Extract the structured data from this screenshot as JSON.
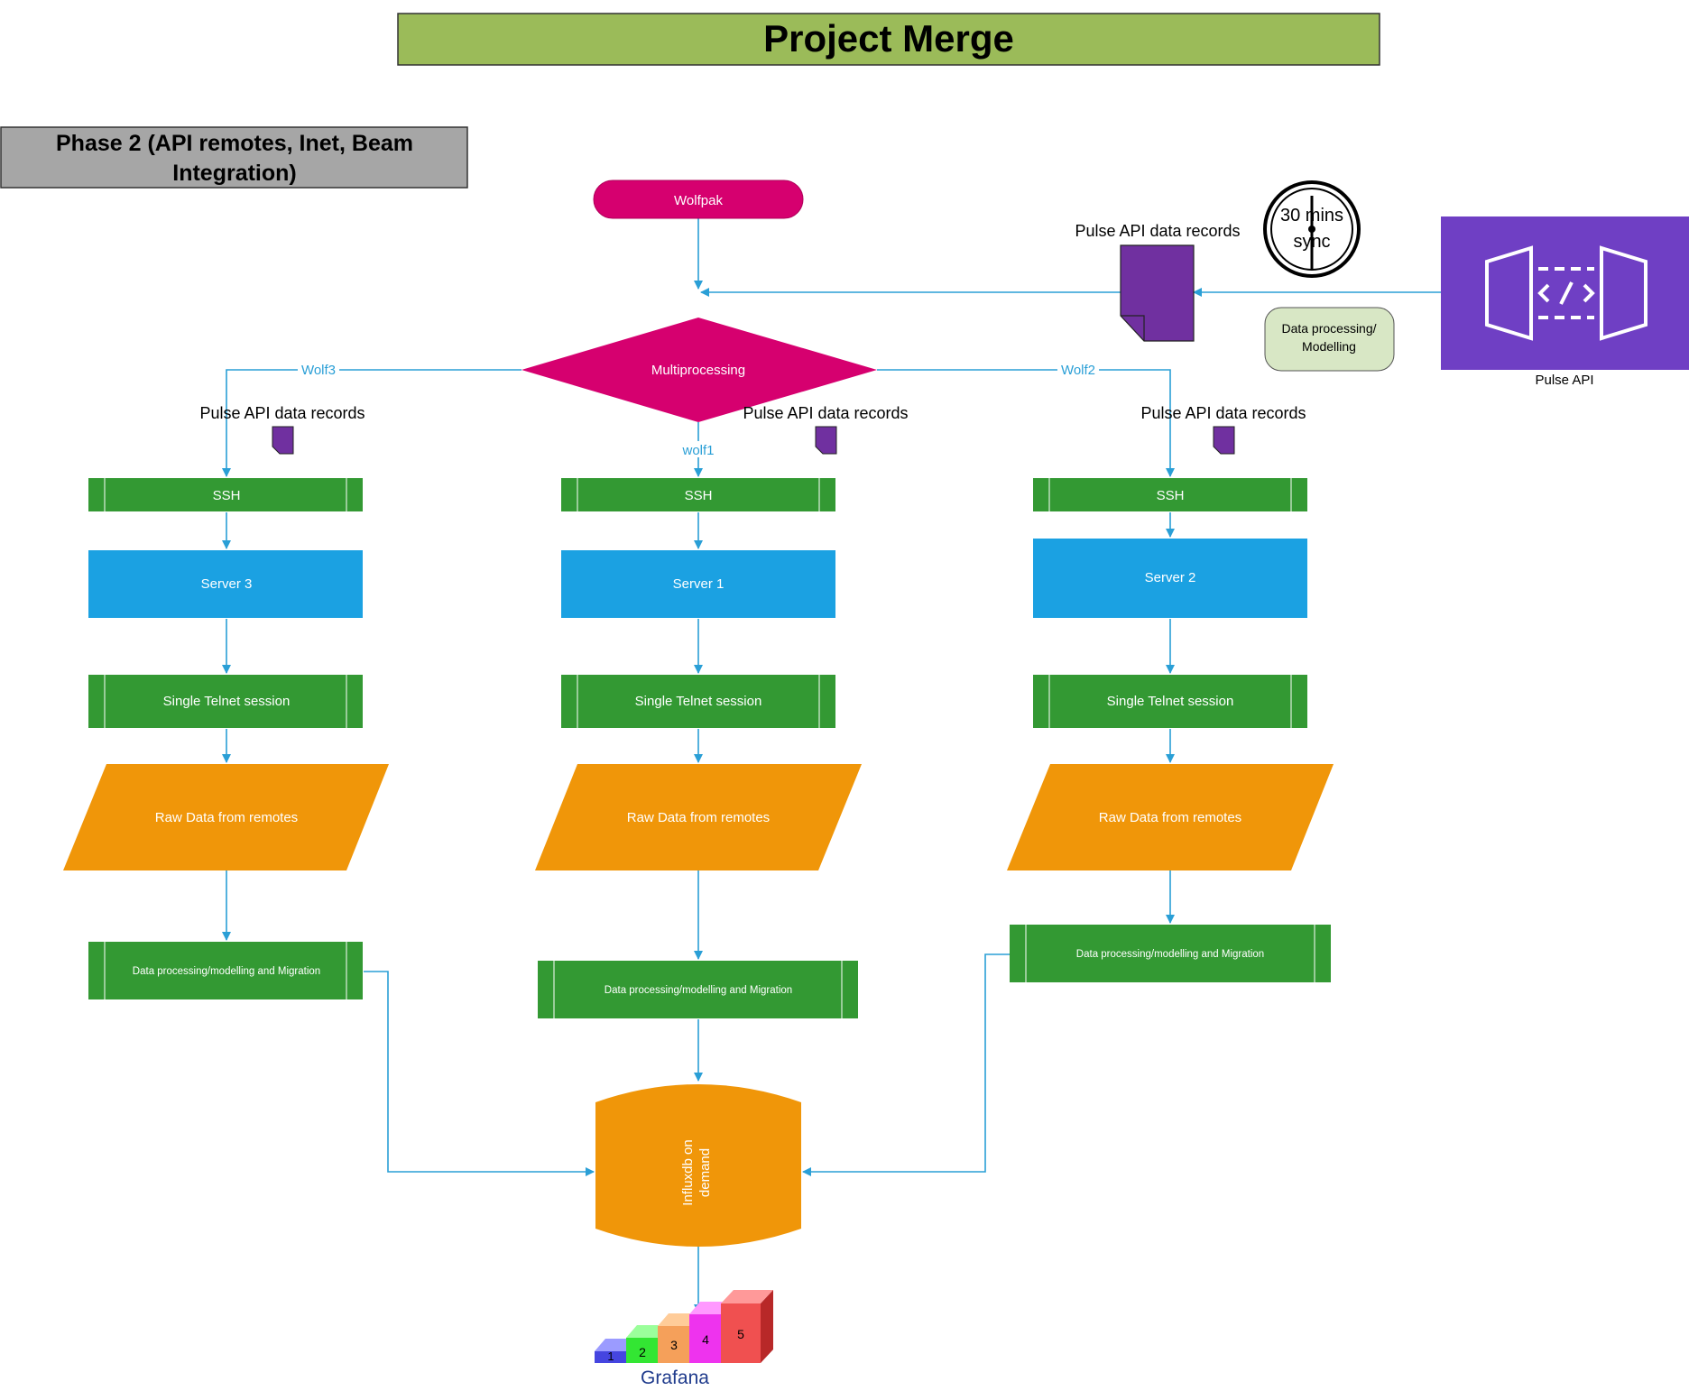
{
  "title": "Project Merge",
  "phase_label": {
    "line1": "Phase 2 (API remotes, Inet, Beam",
    "line2": "Integration)"
  },
  "nodes": {
    "wolfpak": "Wolfpak",
    "multiprocessing": "Multiprocessing",
    "pulse_api": "Pulse API",
    "pulse_api_records_top": "Pulse API data records",
    "timer": {
      "line1": "30 mins",
      "line2": "sync"
    },
    "data_processing_note": {
      "line1": "Data processing/",
      "line2": "Modelling"
    },
    "database": {
      "line1": "Influxdb on",
      "line2": "demand"
    },
    "grafana": "Grafana",
    "grafana_steps": [
      "1",
      "2",
      "3",
      "4",
      "5"
    ]
  },
  "branch_labels": {
    "left": "Wolf3",
    "center": "wolf1",
    "right": "Wolf2"
  },
  "columns": [
    {
      "records_label": "Pulse API data records",
      "ssh": "SSH",
      "server": "Server 3",
      "telnet": "Single Telnet session",
      "raw": "Raw Data from remotes",
      "processing": "Data processing/modelling and Migration"
    },
    {
      "records_label": "Pulse API data records",
      "ssh": "SSH",
      "server": "Server 1",
      "telnet": "Single Telnet session",
      "raw": "Raw Data from remotes",
      "processing": "Data processing/modelling and Migration"
    },
    {
      "records_label": "Pulse API data records",
      "ssh": "SSH",
      "server": "Server 2",
      "telnet": "Single Telnet session",
      "raw": "Raw Data from remotes",
      "processing": "Data processing/modelling and Migration"
    }
  ],
  "colors": {
    "title_bg": "#9bbb59",
    "phase_bg": "#a6a6a6",
    "magenta": "#d6006f",
    "green": "#339933",
    "blue": "#1ba1e2",
    "orange": "#f09609",
    "purple": "#7030a0",
    "pulse_api_bg": "#6f3fc4",
    "note_bg": "#d8e7c5",
    "connector": "#2a9fd6",
    "grafana_text": "#1f3b8c"
  }
}
